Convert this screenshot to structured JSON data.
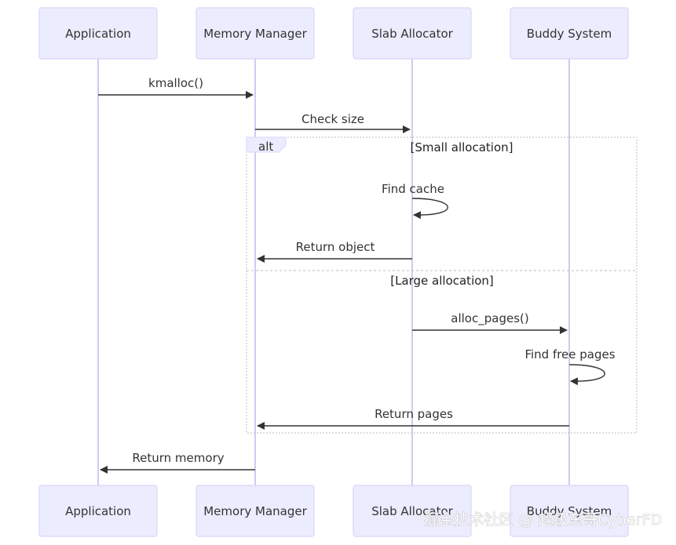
{
  "participants": [
    "Application",
    "Memory Manager",
    "Slab Allocator",
    "Buddy System"
  ],
  "messages": [
    {
      "from": 0,
      "to": 1,
      "text": "kmalloc()"
    },
    {
      "from": 1,
      "to": 2,
      "text": "Check size"
    },
    {
      "from": 2,
      "to": 2,
      "text": "Find cache"
    },
    {
      "from": 2,
      "to": 1,
      "text": "Return object"
    },
    {
      "from": 2,
      "to": 3,
      "text": "alloc_pages()"
    },
    {
      "from": 3,
      "to": 3,
      "text": "Find free pages"
    },
    {
      "from": 3,
      "to": 1,
      "text": "Return pages"
    },
    {
      "from": 1,
      "to": 0,
      "text": "Return memory"
    }
  ],
  "alt_block": {
    "label": "alt",
    "sections": [
      "[Small allocation]",
      "[Large allocation]"
    ]
  },
  "watermark": "掘金技术社区 @ 超级东哥CyberFD",
  "colors": {
    "actor_fill": "#ECECFF",
    "actor_stroke": "#D9D4FA",
    "lifeline": "#CFCBF2",
    "arrow": "#333333"
  }
}
